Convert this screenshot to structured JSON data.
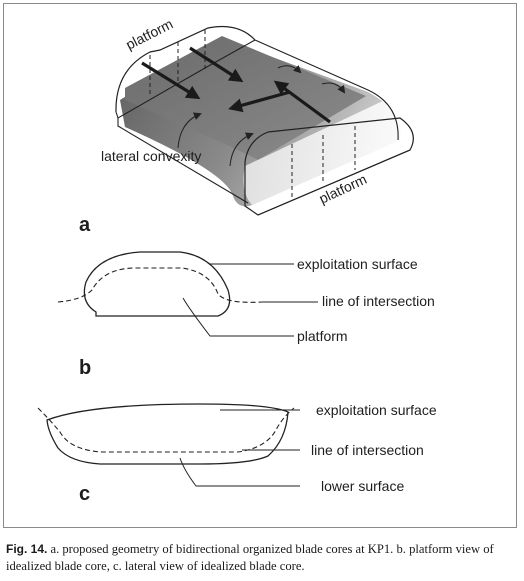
{
  "figure": {
    "panel_a": {
      "letter": "a",
      "label_platform_top": "platform",
      "label_lateral": "lateral convexity",
      "label_platform_bottom": "platform"
    },
    "panel_b": {
      "letter": "b",
      "label_exploitation": "exploitation surface",
      "label_intersection": "line of intersection",
      "label_platform": "platform"
    },
    "panel_c": {
      "letter": "c",
      "label_exploitation": "exploitation surface",
      "label_intersection": "line of intersection",
      "label_lower": "lower surface"
    }
  },
  "caption": {
    "label": "Fig. 14.",
    "text": "a. proposed geometry of bidirectional organized blade cores at KP1. b. platform view of idealized blade core, c. lateral view of idealized blade core."
  },
  "colors": {
    "line": "#222222",
    "shade_dark": "#6f6f6f",
    "shade_light": "#f4f4f4",
    "frame": "#8a8a8a"
  }
}
